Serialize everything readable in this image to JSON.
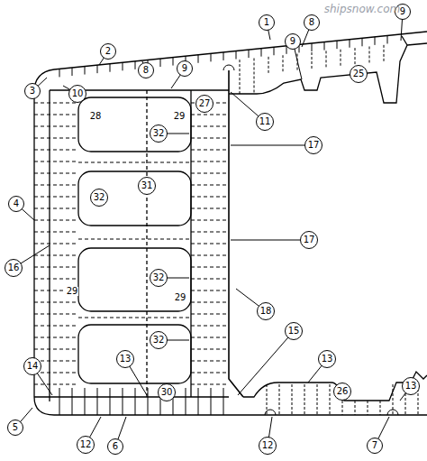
{
  "diagram": {
    "nodes": [
      {
        "text": [
          "9"
        ]
      },
      {
        "text": [
          "8"
        ]
      },
      {
        "text": [
          "1"
        ]
      },
      {
        "text": [
          "9"
        ]
      },
      {
        "text": [
          "2"
        ]
      },
      {
        "text": [
          "9"
        ]
      },
      {
        "text": [
          "8"
        ]
      },
      {
        "text": [
          "25"
        ]
      },
      {
        "text": [
          "3"
        ]
      },
      {
        "text": [
          "10"
        ]
      },
      {
        "text": [
          "27"
        ]
      },
      {
        "text": [
          "11"
        ]
      },
      {
        "text": [
          "32"
        ]
      },
      {
        "text": [
          "17"
        ]
      },
      {
        "text": [
          "31"
        ]
      },
      {
        "text": [
          "32"
        ]
      },
      {
        "text": [
          "4"
        ]
      },
      {
        "text": [
          "17"
        ]
      },
      {
        "text": [
          "16"
        ]
      },
      {
        "text": [
          "32"
        ]
      },
      {
        "text": [
          "18"
        ]
      },
      {
        "text": [
          "15"
        ]
      },
      {
        "text": [
          "32"
        ]
      },
      {
        "text": [
          "13"
        ]
      },
      {
        "text": [
          "13"
        ]
      },
      {
        "text": [
          "14"
        ]
      },
      {
        "text": [
          "13"
        ]
      },
      {
        "text": [
          "30"
        ]
      },
      {
        "text": [
          "26"
        ]
      },
      {
        "text": [
          "5"
        ]
      },
      {
        "text": [
          "12"
        ]
      },
      {
        "text": [
          "6"
        ]
      },
      {
        "text": [
          "12"
        ]
      },
      {
        "text": [
          "7"
        ]
      }
    ],
    "labels": [
      "shipsnow.com",
      "28",
      "29",
      "29",
      "29"
    ]
  }
}
